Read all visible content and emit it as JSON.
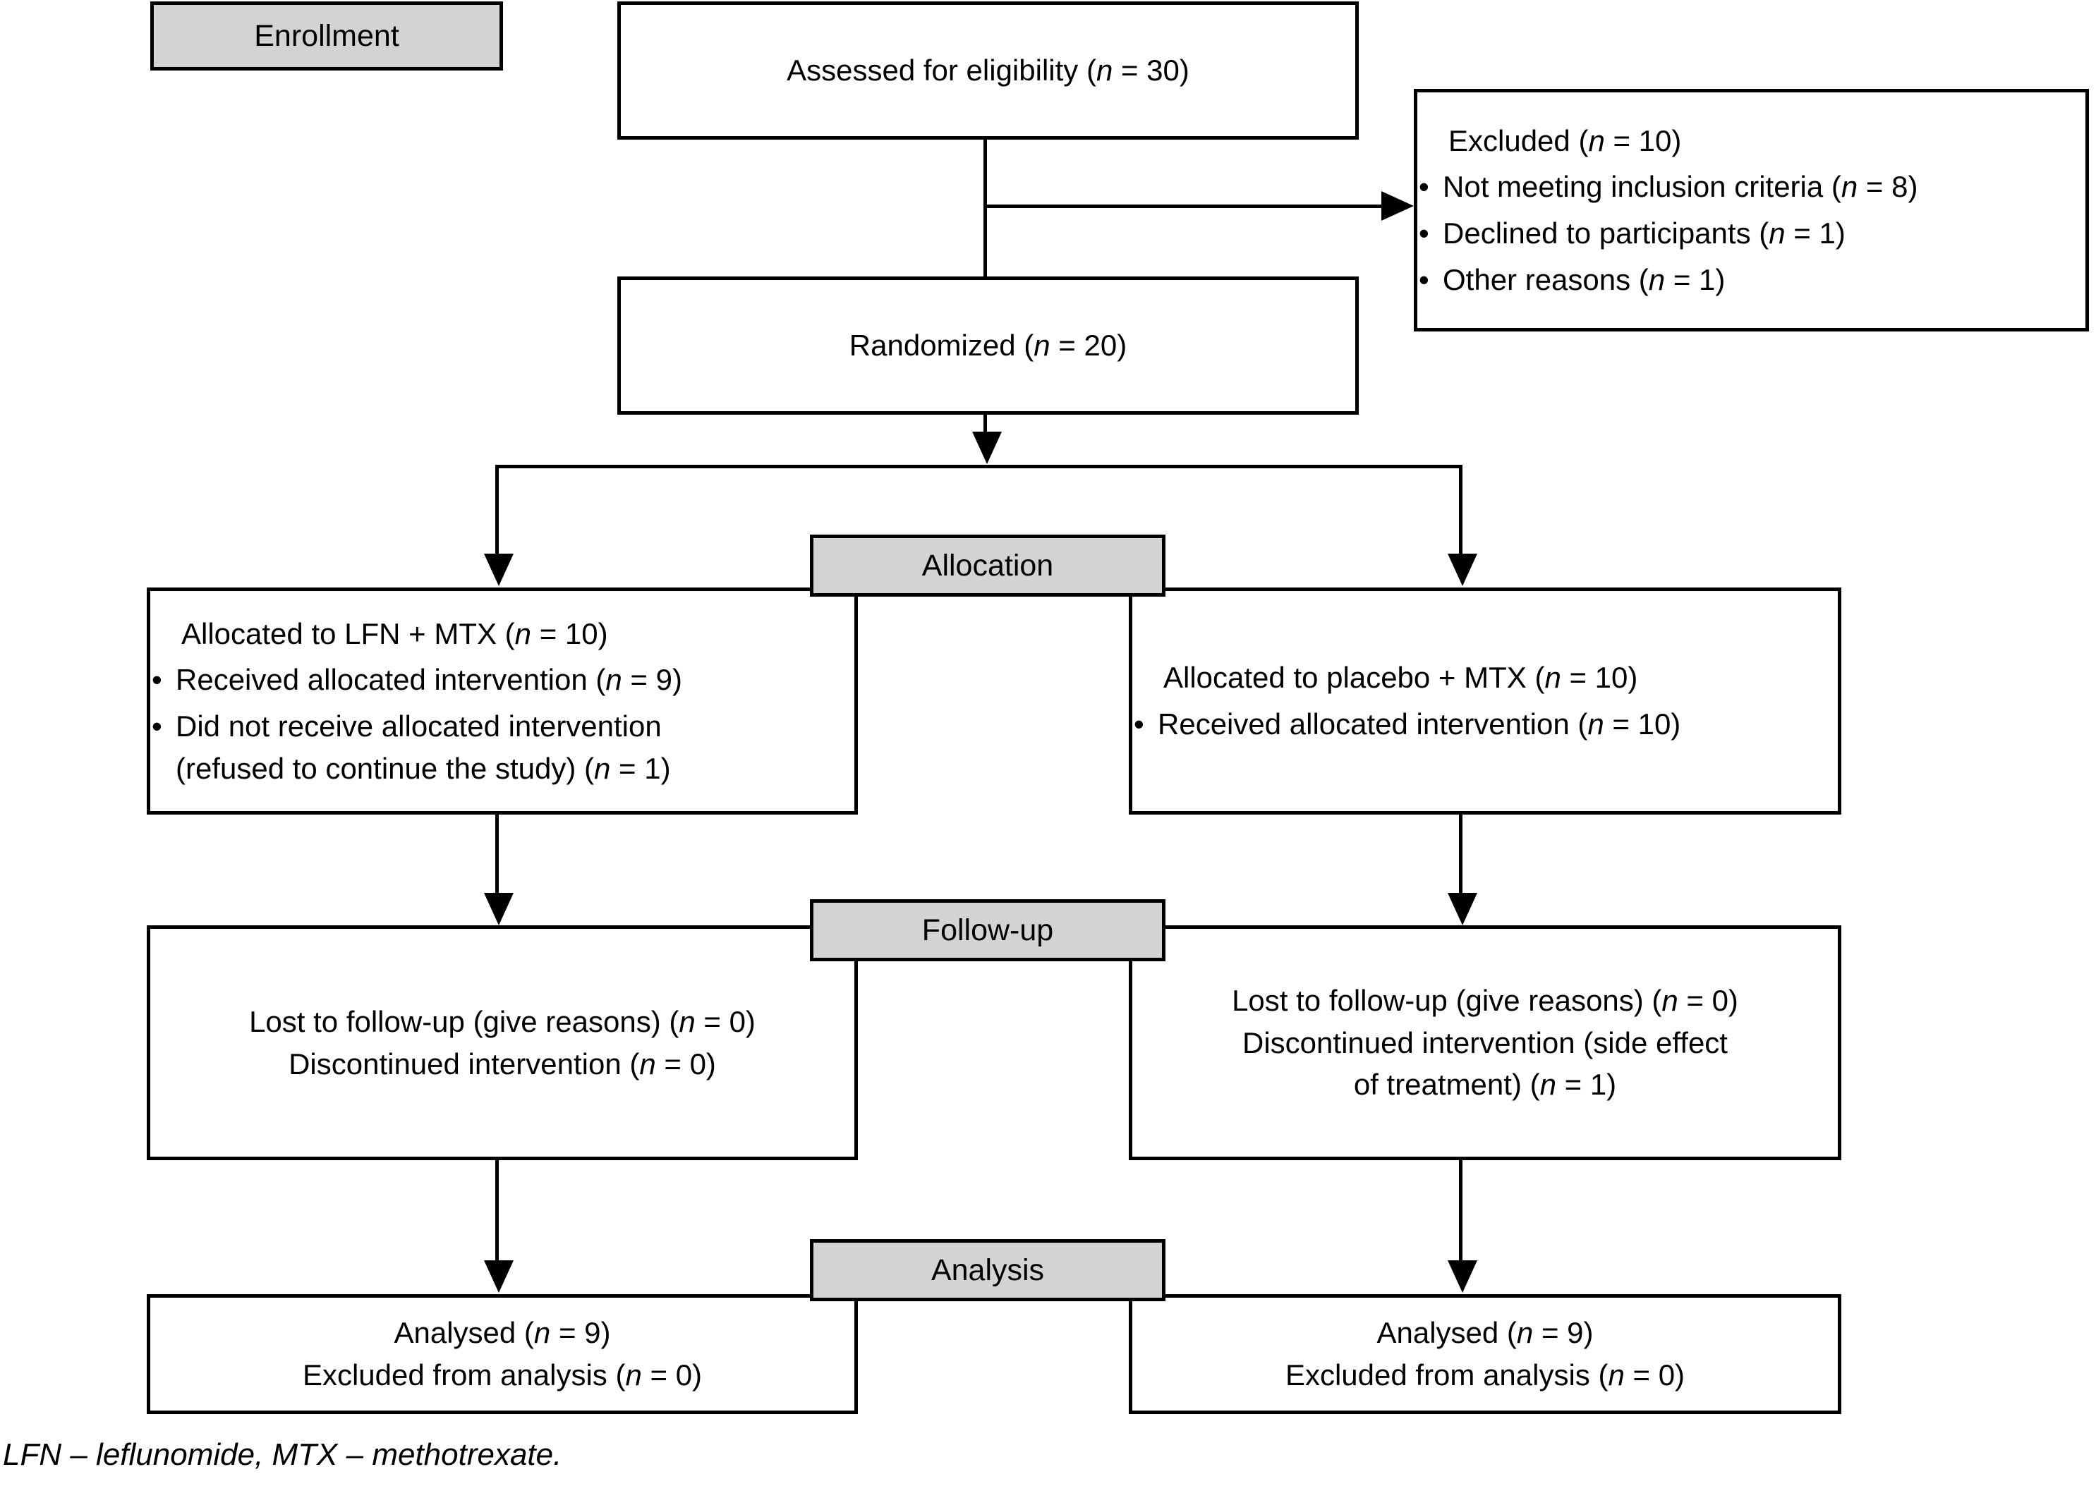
{
  "figure": {
    "type": "consort-flow-diagram",
    "caption": "LFN – leflunomide, MTX – methotrexate.",
    "colors": {
      "stage_label_fill": "#d2d3d4",
      "box_border": "#000000",
      "box_fill": "#ffffff",
      "text": "#000000"
    }
  },
  "stages": {
    "enrollment": "Enrollment",
    "allocation": "Allocation",
    "followup": "Follow-up",
    "analysis": "Analysis"
  },
  "nodes": {
    "assessed": {
      "text": "Assessed for eligibility (n = 30)",
      "label": "Assessed for eligibility",
      "n": 30
    },
    "excluded": {
      "title": "Excluded (n = 10)",
      "n": 10,
      "reasons": [
        {
          "text": "Not meeting inclusion criteria (n = 8)",
          "label": "Not meeting inclusion criteria",
          "n": 8
        },
        {
          "text": "Declined to participants (n = 1)",
          "label": "Declined to participants",
          "n": 1
        },
        {
          "text": "Other reasons (n = 1)",
          "label": "Other reasons",
          "n": 1
        }
      ]
    },
    "randomized": {
      "text": "Randomized (n = 20)",
      "label": "Randomized",
      "n": 20
    },
    "alloc_left": {
      "title": "Allocated to LFN + MTX (n = 10)",
      "n": 10,
      "items": [
        {
          "text": "Received allocated intervention (n = 9)",
          "n": 9
        },
        {
          "text": "Did not receive allocated intervention (refused to continue the study) (n = 1)",
          "line1": "Did not receive allocated intervention",
          "line2": "(refused to continue the study) (n = 1)",
          "n": 1
        }
      ]
    },
    "alloc_right": {
      "title": "Allocated to placebo + MTX (n = 10)",
      "n": 10,
      "items": [
        {
          "text": "Received allocated intervention (n = 10)",
          "n": 10
        }
      ]
    },
    "followup_left": {
      "lines": [
        "Lost to follow-up (give reasons) (n = 0)",
        "Discontinued intervention (n = 0)"
      ],
      "lost_n": 0,
      "discontinued_n": 0
    },
    "followup_right": {
      "lines": [
        "Lost to follow-up (give reasons) (n = 0)",
        "Discontinued intervention (side effect",
        "of treatment) (n = 1)"
      ],
      "lost_n": 0,
      "discontinued_n": 1
    },
    "analysis_left": {
      "lines": [
        "Analysed (n = 9)",
        "Excluded from analysis (n = 0)"
      ],
      "analysed_n": 9,
      "excluded_n": 0
    },
    "analysis_right": {
      "lines": [
        "Analysed (n = 9)",
        "Excluded from analysis (n = 0)"
      ],
      "analysed_n": 9,
      "excluded_n": 0
    }
  }
}
